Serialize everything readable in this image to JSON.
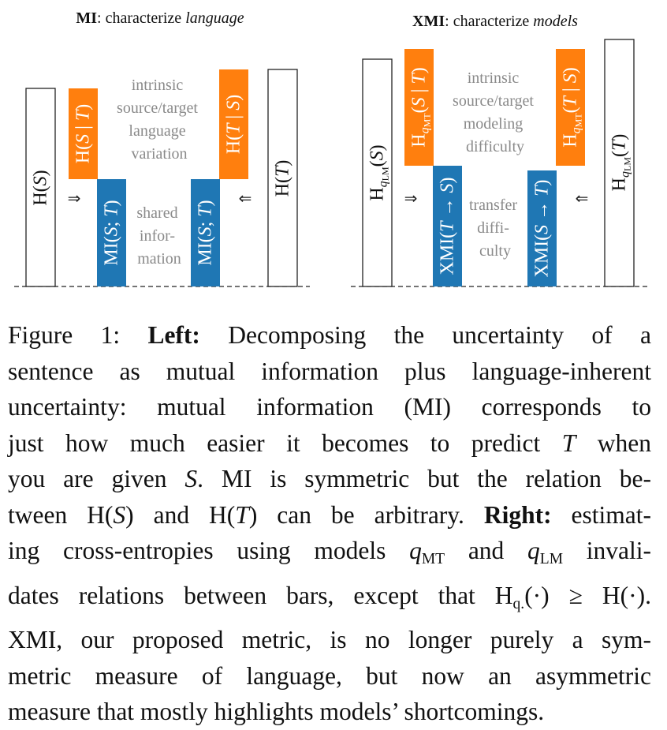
{
  "colors": {
    "orange": "#ff7f0e",
    "blue": "#1f77b4",
    "note_gray": "#8a8a8a",
    "ink": "#111111"
  },
  "left_panel": {
    "title_bold": "MI",
    "title_rest": ": characterize ",
    "title_em": "language",
    "bar_hs": "H(S)",
    "bar_ht": "H(T)",
    "h_s_given_t": "H(S | T)",
    "h_t_given_s": "H(T | S)",
    "mi_left": "MI(S; T)",
    "mi_right": "MI(S; T)",
    "arrow_left": "⇒",
    "arrow_right": "⇐",
    "note_top": [
      "intrinsic",
      "source/target",
      "language",
      "variation"
    ],
    "note_middle": [
      "shared",
      "infor-",
      "mation"
    ]
  },
  "right_panel": {
    "title_bold": "XMI",
    "title_rest": ": characterize ",
    "title_em": "models",
    "bar_hs": "H_qLM(S)",
    "bar_ht": "H_qLM(T)",
    "h_s_given_t": "H_qMT(S | T)",
    "h_t_given_s": "H_qMT(T | S)",
    "xmi_left": "XMI(T → S)",
    "xmi_right": "XMI(S → T)",
    "arrow_left": "⇒",
    "arrow_right": "⇐",
    "note_top": [
      "intrinsic",
      "source/target",
      "modeling",
      "difficulty"
    ],
    "note_middle": [
      "transfer",
      "diffi-",
      "culty"
    ]
  },
  "caption": {
    "label": "Figure 1:",
    "left_bold": "Left:",
    "line1_rest": "Decomposing the uncertainty of a",
    "line2": "sentence as mutual information plus language-inherent",
    "line3": "uncertainty:  mutual information (MI) corresponds to",
    "line4_a": "just how much easier it becomes to predict",
    "line4_t": "T",
    "line4_b": "when",
    "line5_a": "you are given",
    "line5_s": "S",
    "line5_b": ".  MI is symmetric but the relation be-",
    "line6_a": "tween H(",
    "line6_s": "S",
    "line6_b": ") and H(",
    "line6_t": "T",
    "line6_c": ") can be arbitrary.",
    "right_bold": "Right:",
    "line6_d": "estimat-",
    "line7_a": "ing cross-entropies using models",
    "q": "q",
    "mt": "MT",
    "line7_and": "and",
    "lm": "LM",
    "line7_b": "invali-",
    "line8_a": "dates relations between bars, except that H",
    "line8_sub": "q.",
    "line8_b": "(·) ≥ H(·).",
    "line9": "XMI, our proposed metric, is no longer purely a sym-",
    "line10": "metric measure of language, but now an asymmetric",
    "line11": "measure that mostly highlights models’ shortcomings."
  }
}
